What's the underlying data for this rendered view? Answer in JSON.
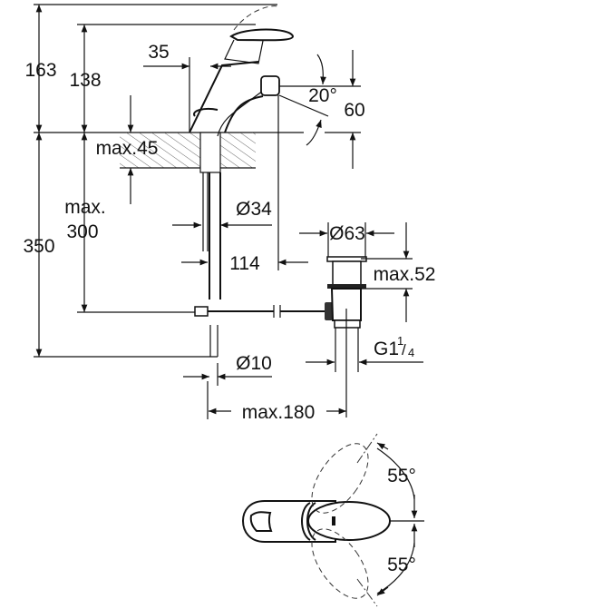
{
  "drawing": {
    "side_view": {
      "dimensions": {
        "total_height": "163",
        "spout_height": "138",
        "body_offset": "35",
        "spout_angle": "20°",
        "spout_level": "60",
        "slab_thickness": "max.45",
        "below_counter_max_label": "max.",
        "below_counter_max_value": "300",
        "total_below": "350",
        "hose_diameter": "Ø34",
        "reach": "114",
        "drain_diameter": "Ø63",
        "drain_height": "max.52",
        "thread_main": "G1",
        "thread_sup": "1",
        "thread_sub": "4",
        "rod_diameter": "Ø10",
        "rod_length": "max.180"
      }
    },
    "top_view": {
      "dimensions": {
        "lever_angle_up": "55°",
        "lever_angle_down": "55°"
      }
    }
  }
}
